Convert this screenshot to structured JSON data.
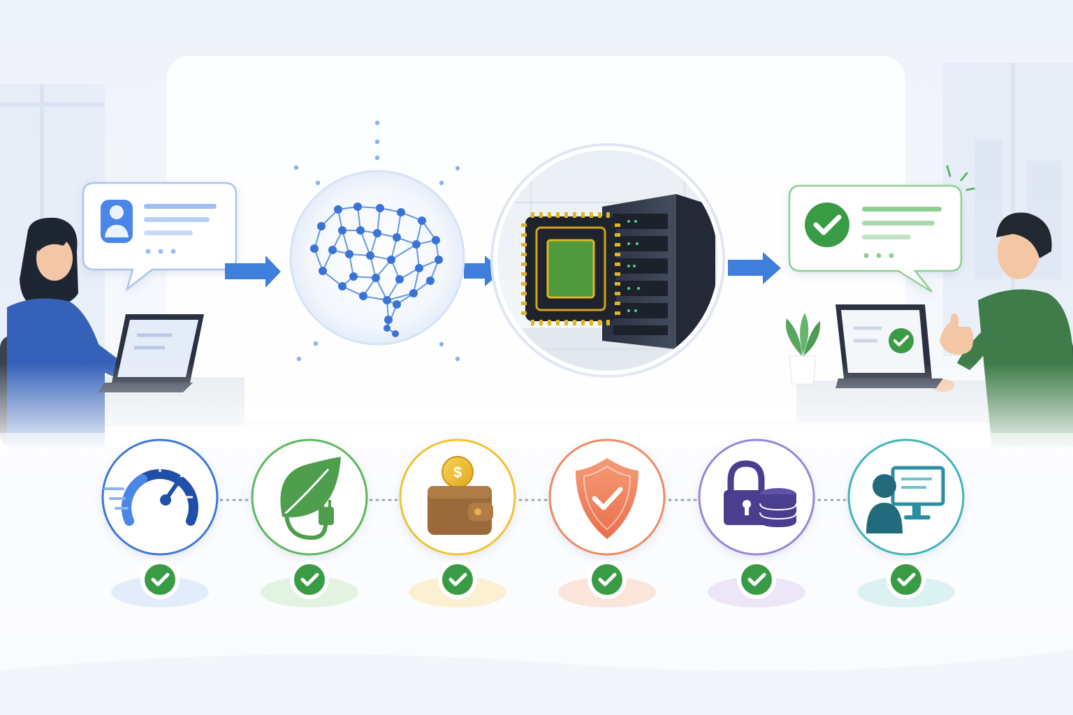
{
  "colors": {
    "background": "#f4f7fb",
    "panel": "#ffffff",
    "flow_arrow": "#3f7fdc",
    "user_request_accent": "#4a86e8",
    "response_accent": "#4caf50",
    "check_green": "#3a9b45"
  },
  "scene": {
    "left_person": {
      "name": "person-typing-request",
      "icon": "woman-at-laptop"
    },
    "right_person": {
      "name": "person-receiving-response",
      "icon": "man-thumbs-up-at-laptop"
    }
  },
  "flow": [
    {
      "icon": "user-request-bubble-icon"
    },
    {
      "icon": "neural-network-brain-icon"
    },
    {
      "icon": "chip-and-server-rack-icon"
    },
    {
      "icon": "approved-response-bubble-icon"
    }
  ],
  "benefits": [
    {
      "icon": "speedometer-icon",
      "ring_color": "#3b78d8",
      "status": "checked"
    },
    {
      "icon": "leaf-plug-icon",
      "ring_color": "#5cb85c",
      "status": "checked"
    },
    {
      "icon": "wallet-coin-icon",
      "ring_color": "#f2c232",
      "status": "checked"
    },
    {
      "icon": "shield-check-icon",
      "ring_color": "#f08a60",
      "status": "checked"
    },
    {
      "icon": "lock-database-icon",
      "ring_color": "#9a84d8",
      "status": "checked"
    },
    {
      "icon": "person-monitor-icon",
      "ring_color": "#3fb5b5",
      "status": "checked"
    }
  ]
}
